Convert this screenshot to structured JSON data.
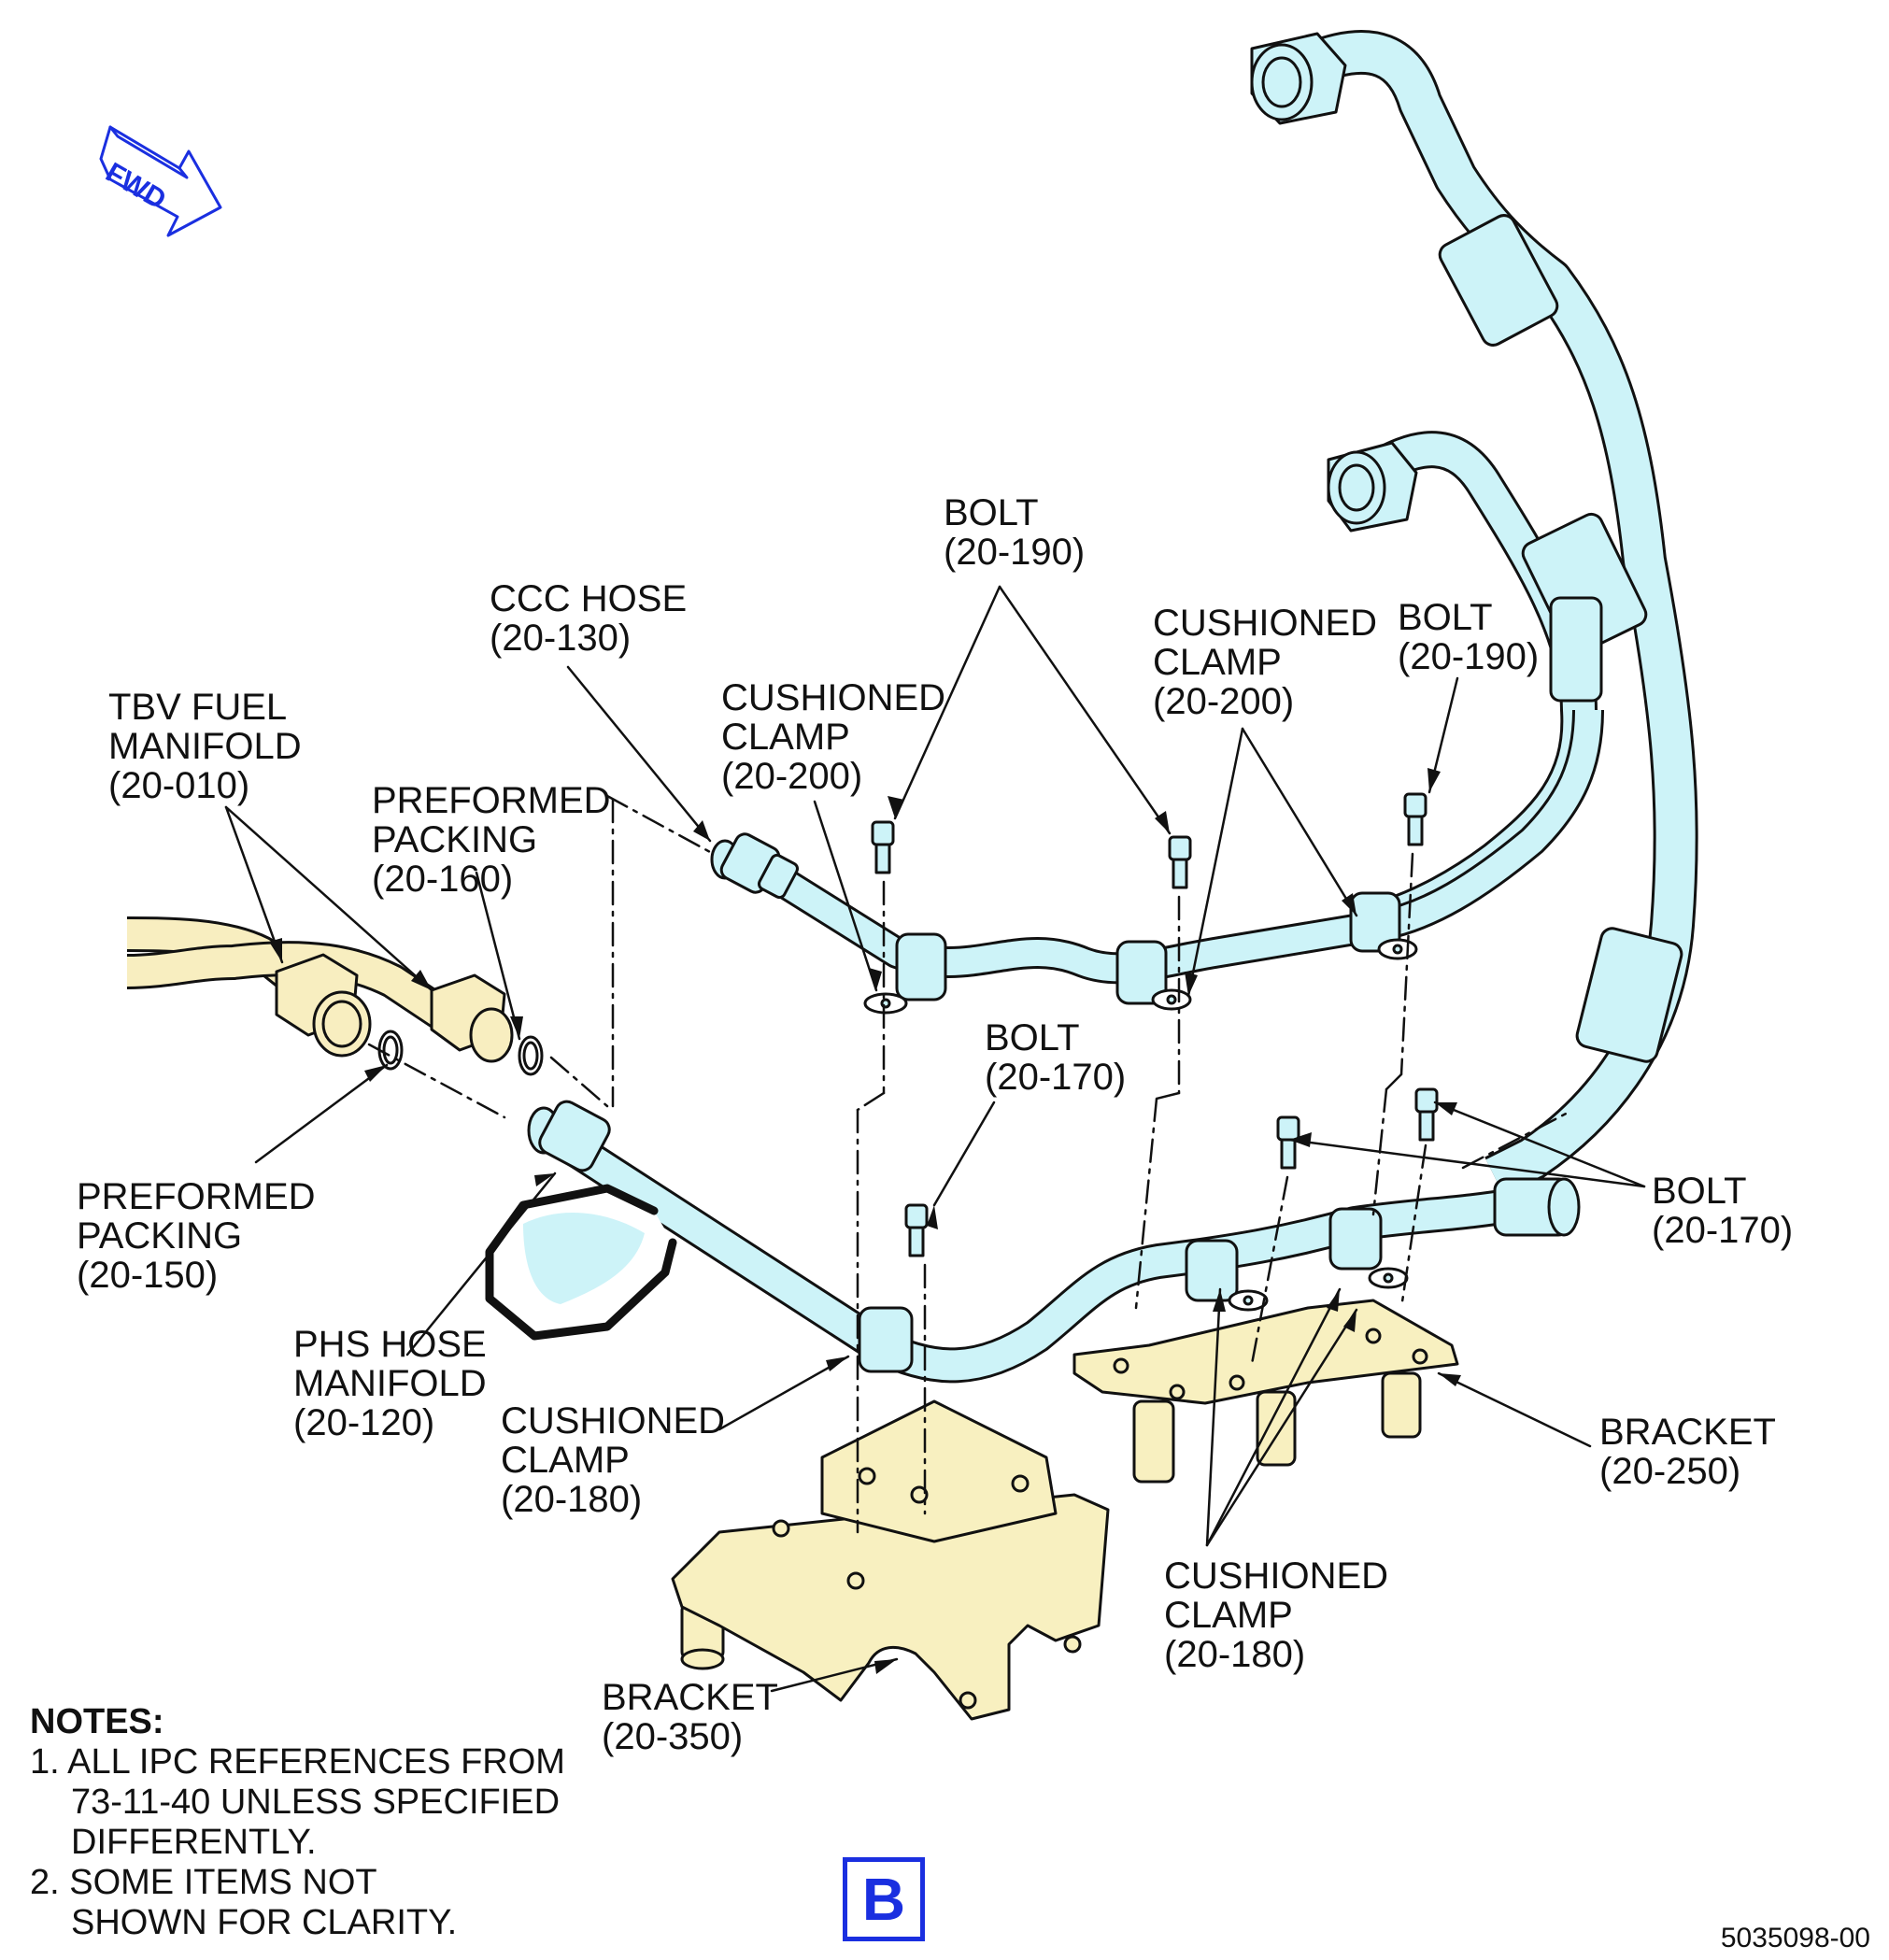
{
  "orientation": {
    "fwd_label": "FWD",
    "color": "#1a2fe0"
  },
  "colors": {
    "hose": "#cdf3f8",
    "bracket": "#f8f0c0",
    "tbv_manifold": "#f8eec0",
    "line": "#111111",
    "accent": "#1a2fe0"
  },
  "callouts": {
    "bolt_190_a": {
      "name": "BOLT",
      "ref": "(20-190)"
    },
    "bolt_190_b": {
      "name": "BOLT",
      "ref": "(20-190)"
    },
    "ccc_hose": {
      "name": "CCC HOSE",
      "ref": "(20-130)"
    },
    "cushioned_clamp_200_a": {
      "name1": "CUSHIONED",
      "name2": "CLAMP",
      "ref": "(20-200)"
    },
    "cushioned_clamp_200_b": {
      "name1": "CUSHIONED",
      "name2": "CLAMP",
      "ref": "(20-200)"
    },
    "tbv_fuel_manifold": {
      "name1": "TBV FUEL",
      "name2": "MANIFOLD",
      "ref": "(20-010)"
    },
    "preformed_packing_160": {
      "name1": "PREFORMED",
      "name2": "PACKING",
      "ref": "(20-160)"
    },
    "preformed_packing_150": {
      "name1": "PREFORMED",
      "name2": "PACKING",
      "ref": "(20-150)"
    },
    "bolt_170_a": {
      "name": "BOLT",
      "ref": "(20-170)"
    },
    "bolt_170_b": {
      "name": "BOLT",
      "ref": "(20-170)"
    },
    "phs_hose_manifold": {
      "name1": "PHS HOSE",
      "name2": "MANIFOLD",
      "ref": "(20-120)"
    },
    "cushioned_clamp_180_a": {
      "name1": "CUSHIONED",
      "name2": "CLAMP",
      "ref": "(20-180)"
    },
    "cushioned_clamp_180_b": {
      "name1": "CUSHIONED",
      "name2": "CLAMP",
      "ref": "(20-180)"
    },
    "bracket_250": {
      "name": "BRACKET",
      "ref": "(20-250)"
    },
    "bracket_350": {
      "name": "BRACKET",
      "ref": "(20-350)"
    }
  },
  "notes": {
    "title": "NOTES:",
    "n1_line1": "1. ALL IPC REFERENCES FROM",
    "n1_line2": "73-11-40 UNLESS SPECIFIED",
    "n1_line3": "DIFFERENTLY.",
    "n2_line1": "2. SOME ITEMS NOT",
    "n2_line2": "SHOWN FOR CLARITY."
  },
  "view_label": "B",
  "figure_number": "5035098-00"
}
